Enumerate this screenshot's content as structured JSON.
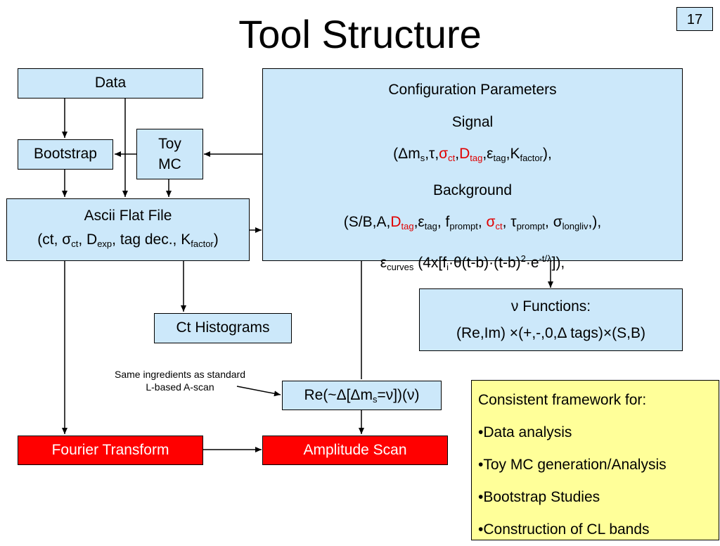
{
  "slide": {
    "title": "Tool Structure",
    "number": "17"
  },
  "boxes": {
    "data": "Data",
    "bootstrap": "Bootstrap",
    "toy_mc": {
      "line1": "Toy",
      "line2": "MC"
    },
    "ascii": {
      "line1": "Ascii Flat File"
    },
    "config": {
      "title": "Configuration Parameters",
      "signal": "Signal",
      "background": "Background"
    },
    "nu_functions": {
      "line1": "Functions:"
    },
    "ct_histograms": "Ct Histograms",
    "fourier": "Fourier Transform",
    "amplitude": "Amplitude Scan"
  },
  "note": {
    "line1": "Same ingredients as standard",
    "line2": "L-based A-scan"
  },
  "framework": {
    "heading": "Consistent framework for:",
    "items": [
      "•Data analysis",
      "•Toy MC generation/Analysis",
      "•Bootstrap Studies",
      "•Construction of CL bands"
    ]
  },
  "colors": {
    "box_fill": "#cce8fa",
    "red_fill": "#ff0000",
    "yellow_fill": "#ffff99",
    "highlight_text": "#e00000"
  }
}
